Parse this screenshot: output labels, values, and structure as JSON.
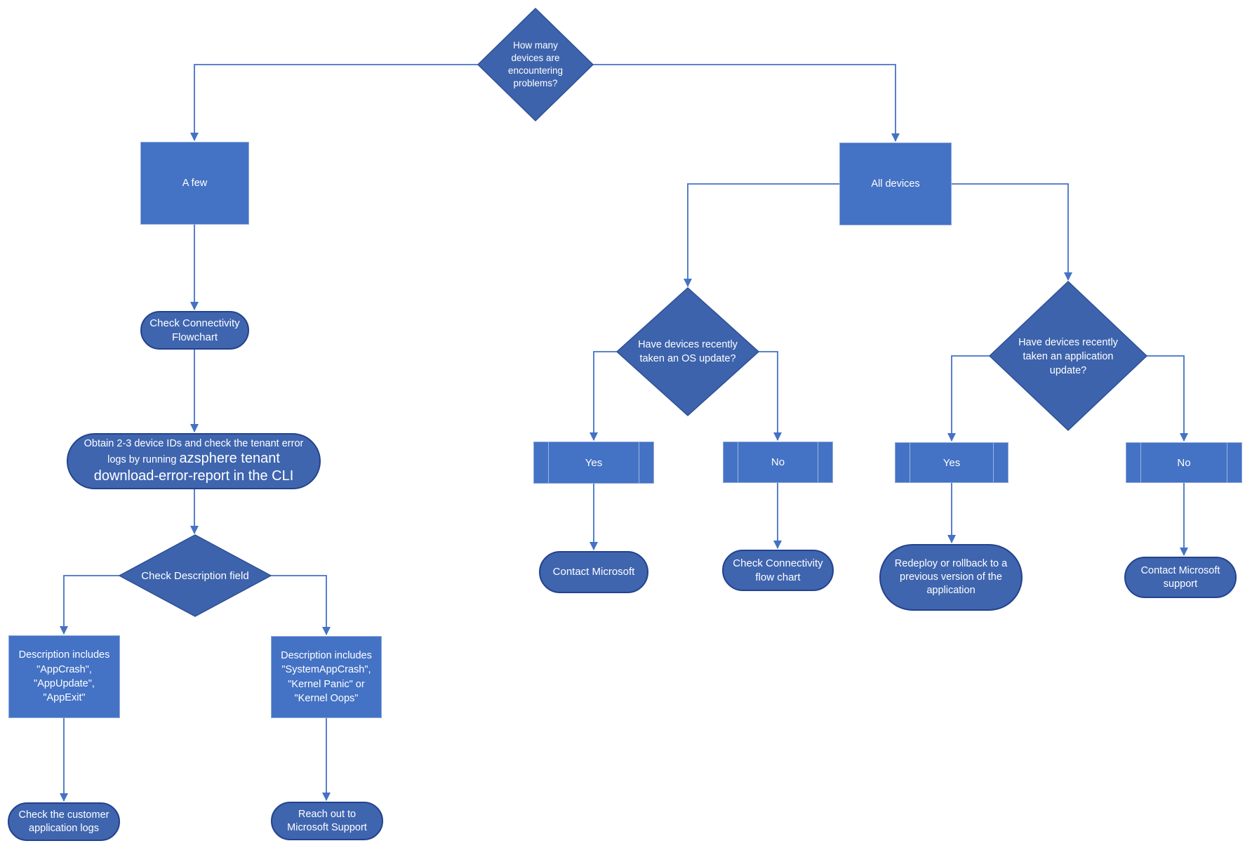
{
  "diagram": {
    "type": "flowchart",
    "nodes": {
      "q_device_count": {
        "label": "How many\ndevices are\nencountering\nproblems?"
      },
      "a_few": {
        "label": "A few"
      },
      "all_devices": {
        "label": "All devices"
      },
      "check_connectivity_flowchart": {
        "label": "Check Connectivity\nFlowchart"
      },
      "obtain_ids": {
        "prefix": "Obtain 2-3 device IDs and check the tenant error logs by running ",
        "command": "azsphere tenant download-error-report in the CLI"
      },
      "check_description": {
        "label": "Check Description field"
      },
      "desc_app": {
        "label": "Description includes\n\"AppCrash\",\n\"AppUpdate\",\n\"AppExit\""
      },
      "desc_system": {
        "label": "Description includes\n\"SystemAppCrash\",\n\"Kernel Panic\" or\n\"Kernel Oops\""
      },
      "check_customer_logs": {
        "label": "Check the customer\napplication logs"
      },
      "reach_out_support": {
        "label": "Reach out to\nMicrosoft Support"
      },
      "q_os_update": {
        "label": "Have devices recently\ntaken an OS update?"
      },
      "q_app_update": {
        "label": "Have devices recently\ntaken an application\nupdate?"
      },
      "os_yes": {
        "label": "Yes"
      },
      "os_no": {
        "label": "No"
      },
      "app_yes": {
        "label": "Yes"
      },
      "app_no": {
        "label": "No"
      },
      "contact_microsoft": {
        "label": "Contact Microsoft"
      },
      "check_connectivity_flow_chart": {
        "label": "Check Connectivity\nflow chart"
      },
      "redeploy_rollback": {
        "label": "Redeploy or rollback to a\nprevious version of the\napplication"
      },
      "contact_microsoft_support": {
        "label": "Contact Microsoft\nsupport"
      }
    },
    "colors": {
      "rect_fill": "#4472C4",
      "rect_border": "#8FAADC",
      "diamond_fill": "#3D63AC",
      "diamond_border": "#2E4F96",
      "stadium_fill": "#3F65AF",
      "stadium_border": "#24428D",
      "connector": "#4472C4",
      "text": "#FFFFFF"
    }
  }
}
